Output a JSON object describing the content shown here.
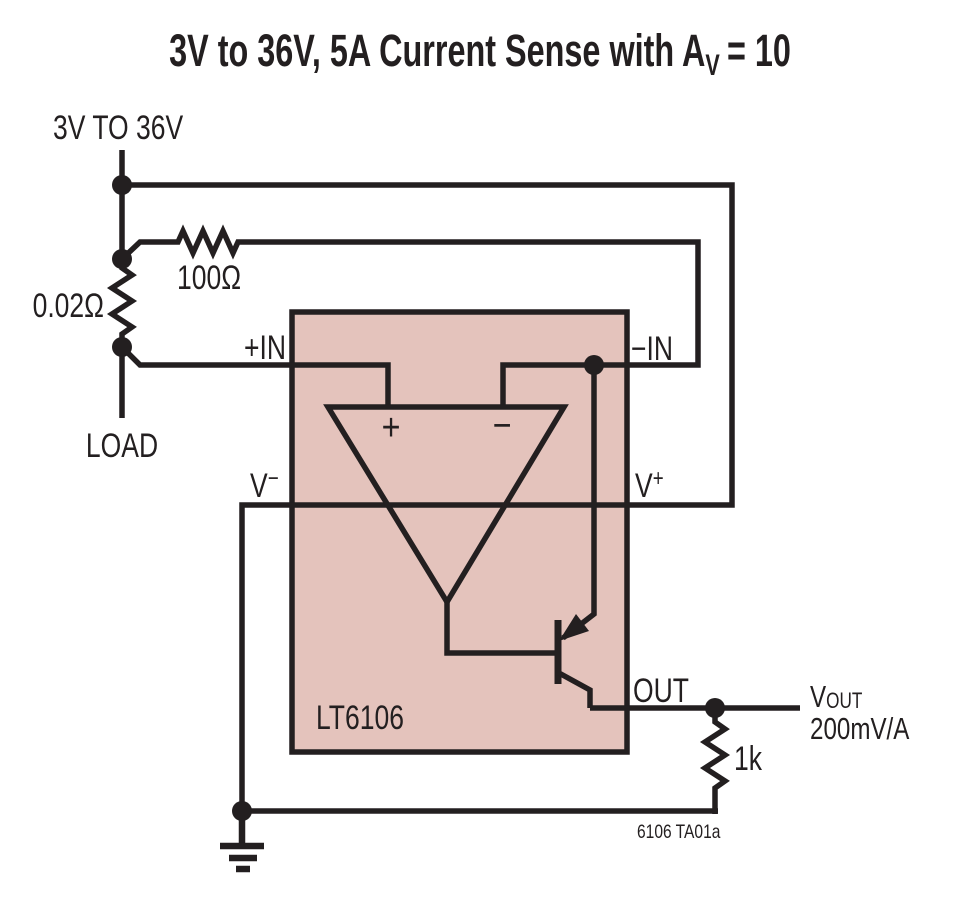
{
  "title": {
    "main": "3V to 36V, 5A Current Sense with A",
    "gain_subscript": "V",
    "equals": "= 10"
  },
  "labels": {
    "supply": "3V TO 36V",
    "r_sense": "0.02Ω",
    "r_in": "100Ω",
    "load": "LOAD",
    "pin_plus_in": "+IN",
    "pin_minus_in": "−IN",
    "v_minus_base": "V",
    "v_minus_sup": "−",
    "v_plus_base": "V",
    "v_plus_sup": "+",
    "ic_name": "LT6106",
    "pin_out": "OUT",
    "r_out": "1k",
    "vout_base": "V",
    "vout_sub": "OUT",
    "vout_scale": "200mV/A",
    "figure_id": "6106 TA01a",
    "opamp_plus": "+",
    "opamp_minus": "−"
  },
  "colors": {
    "ic_fill": "#e4c3bc",
    "stroke": "#231f20",
    "background": "#ffffff"
  }
}
